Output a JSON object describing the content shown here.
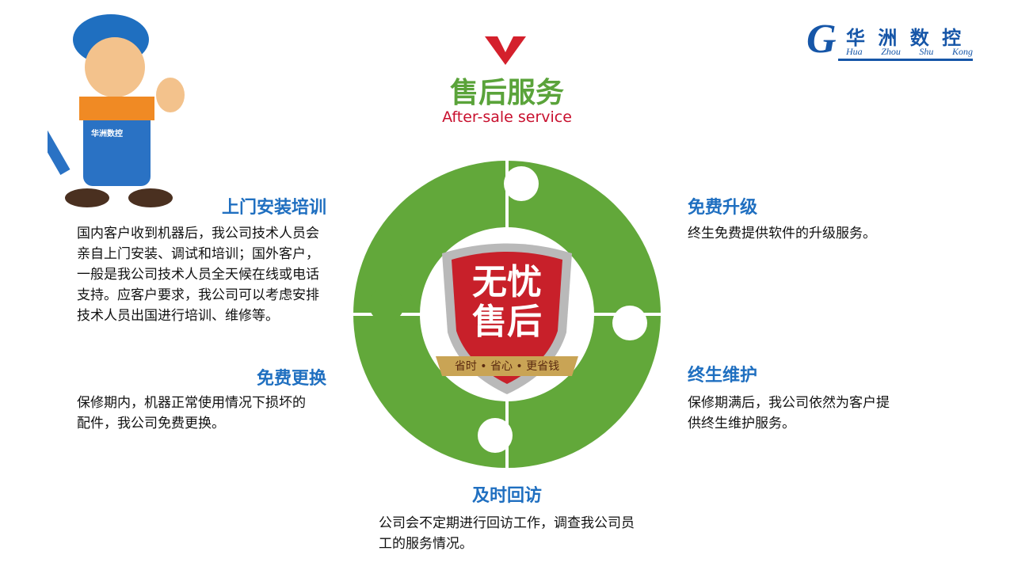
{
  "header": {
    "title": "售后服务",
    "subtitle": "After-sale service"
  },
  "logo": {
    "cn": "华 洲 数 控",
    "en": [
      "Hua",
      "Zhou",
      "Shu",
      "Kong"
    ],
    "color": "#1656a8"
  },
  "mascot": {
    "badge": "华洲数控"
  },
  "center_badge": {
    "line1": "无忧",
    "line2": "售后",
    "ribbon": "省时 • 省心 • 更省钱"
  },
  "colors": {
    "green": "#62a83a",
    "title_green": "#5aa33a",
    "red": "#c8102e",
    "blue": "#1f6fc0"
  },
  "sections": [
    {
      "title": "上门安装培训",
      "text": "国内客户收到机器后，我公司技术人员会亲自上门安装、调试和培训；国外客户，一般是我公司技术人员全天候在线或电话支持。应客户要求，我公司可以考虑安排技术人员出国进行培训、维修等。"
    },
    {
      "title": "免费更换",
      "text": "保修期内，机器正常使用情况下损坏的配件，我公司免费更换。"
    },
    {
      "title": "免费升级",
      "text": "终生免费提供软件的升级服务。"
    },
    {
      "title": "终生维护",
      "text": "保修期满后，我公司依然为客户提供终生维护服务。"
    },
    {
      "title": "及时回访",
      "text": "公司会不定期进行回访工作，调查我公司员工的服务情况。"
    }
  ]
}
